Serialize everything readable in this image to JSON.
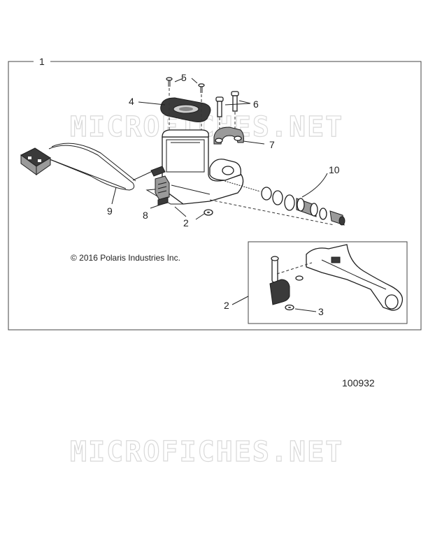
{
  "watermark": "MICROFICHES.NET",
  "copyright": "© 2016 Polaris Industries Inc.",
  "figure_number": "100932",
  "callouts": {
    "assembly": "1",
    "c2_top": "2",
    "c2_inset": "2",
    "c3": "3",
    "c4": "4",
    "c5": "5",
    "c6": "6",
    "c7": "7",
    "c8": "8",
    "c9": "9",
    "c10": "10"
  }
}
